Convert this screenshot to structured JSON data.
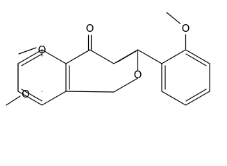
{
  "structure": {
    "atoms": {
      "carbonyl_oxygen": "O",
      "ring_oxygen": "O",
      "methoxy_oxygen_c5": "O",
      "methoxy_oxygen_c6": "O",
      "methoxy_oxygen_phenyl": "O"
    }
  },
  "colors": {
    "bond": "#000000",
    "background": "#ffffff"
  }
}
